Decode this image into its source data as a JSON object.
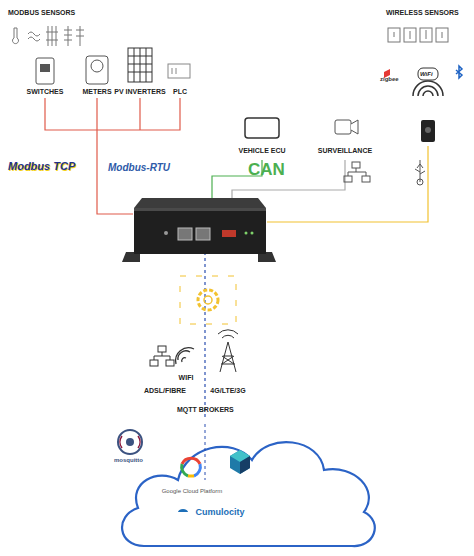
{
  "diagram": {
    "nodes": [
      {
        "text": [
          "SWITCHES"
        ]
      },
      {
        "text": [
          "METERS"
        ]
      },
      {
        "text": [
          "PV INVERTERS"
        ]
      },
      {
        "text": [
          "PLC"
        ]
      },
      {
        "text": [
          "VEHICLE ECU"
        ]
      },
      {
        "text": [
          "SURVEILLANCE"
        ]
      },
      {
        "text": [
          "WIFI"
        ]
      },
      {
        "text": [
          "ADSL/FIBRE"
        ]
      },
      {
        "text": [
          "4G/LTE/3G"
        ]
      },
      {
        "text": [
          "Google Cloud Platform",
          "Cumulocity"
        ]
      }
    ],
    "labels": [
      "MODBUS SENSORS",
      "WIRELESS SENSORS",
      "Modbus TCP",
      "Modbus-RTU",
      "CAN",
      "zigbee",
      "WiFi",
      "MQTT BROKERS",
      "mosquitto"
    ]
  }
}
